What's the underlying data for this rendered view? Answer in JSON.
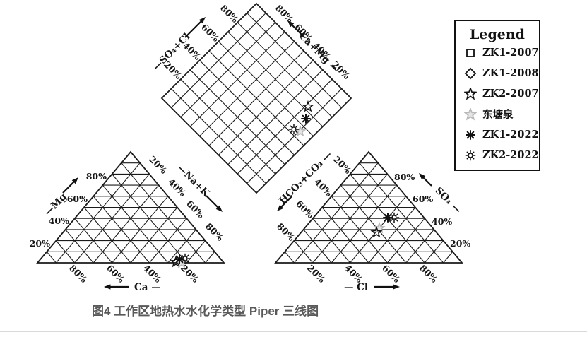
{
  "ticks": [
    "20%",
    "40%",
    "60%",
    "80%"
  ],
  "axes": {
    "diamond_upper_left_title": "—SO₄+Cl",
    "diamond_upper_right_title": "Ca+Mg —",
    "diamond_lower_left_title": "—Na+K",
    "diamond_lower_right_title": "HCO₃+CO₃ —",
    "cation_left_title": "—Mg",
    "cation_bottom_title": "Ca —",
    "anion_bottom_title": "— Cl",
    "anion_right_title": "SO₄ —"
  },
  "legend": {
    "title": "Legend",
    "items": [
      {
        "marker": "square-icon",
        "label": "ZK1-2007"
      },
      {
        "marker": "diamond-icon",
        "label": "ZK1-2008"
      },
      {
        "marker": "star-icon",
        "label": "ZK2-2007"
      },
      {
        "marker": "gray-star-icon",
        "label": "东塘泉"
      },
      {
        "marker": "asterisk-icon",
        "label": "ZK1-2022"
      },
      {
        "marker": "sun-icon",
        "label": "ZK2-2022"
      }
    ]
  },
  "caption": "图4 工作区地热水水化学类型 Piper 三线图",
  "colors": {
    "line": "#1a1a1a",
    "gray_marker": "#b8b8b8",
    "caption": "#595959",
    "divider": "#d9d9d9"
  },
  "chart_data": {
    "type": "piper-trilinear",
    "title": "图4 工作区地热水水化学类型 Piper 三线图",
    "grid_interval_percent": 10,
    "tick_labels": [
      "20%",
      "40%",
      "60%",
      "80%"
    ],
    "axes": {
      "cation_triangle": {
        "left": "Mg",
        "bottom": "Ca",
        "right": "Na+K"
      },
      "anion_triangle": {
        "left": "HCO₃+CO₃",
        "bottom": "Cl",
        "right": "SO₄"
      },
      "diamond": {
        "upper_left": "SO₄+Cl",
        "upper_right": "Ca+Mg"
      }
    },
    "samples": [
      {
        "name": "ZK1-2007",
        "marker": "open square",
        "note": "plots within overlapping cluster, not separately distinguishable"
      },
      {
        "name": "ZK1-2008",
        "marker": "open diamond",
        "note": "plots within overlapping cluster, not separately distinguishable"
      },
      {
        "name": "ZK2-2007",
        "marker": "open star",
        "approx": true,
        "cations_pct": {
          "Na_K": 79,
          "Ca": 19,
          "Mg": 2
        },
        "anions_pct": {
          "Cl": 44,
          "SO4": 27,
          "HCO3_CO3": 29
        }
      },
      {
        "name": "东塘泉",
        "marker": "light gray star",
        "approx": true,
        "cations_pct": {
          "Na_K": 77,
          "Ca": 21,
          "Mg": 2
        },
        "anions_pct": {
          "Cl": 46,
          "SO4": 29,
          "HCO3_CO3": 25
        }
      },
      {
        "name": "ZK1-2022",
        "marker": "asterisk",
        "approx": true,
        "cations_pct": {
          "Na_K": 78,
          "Ca": 20,
          "Mg": 2
        },
        "anions_pct": {
          "Cl": 48,
          "SO4": 41,
          "HCO3_CO3": 11
        }
      },
      {
        "name": "ZK2-2022",
        "marker": "sun",
        "approx": true,
        "cations_pct": {
          "Na_K": 76,
          "Ca": 22,
          "Mg": 2
        },
        "anions_pct": {
          "Cl": 51,
          "SO4": 41,
          "HCO3_CO3": 8
        }
      }
    ],
    "legend_position": "top-right"
  }
}
